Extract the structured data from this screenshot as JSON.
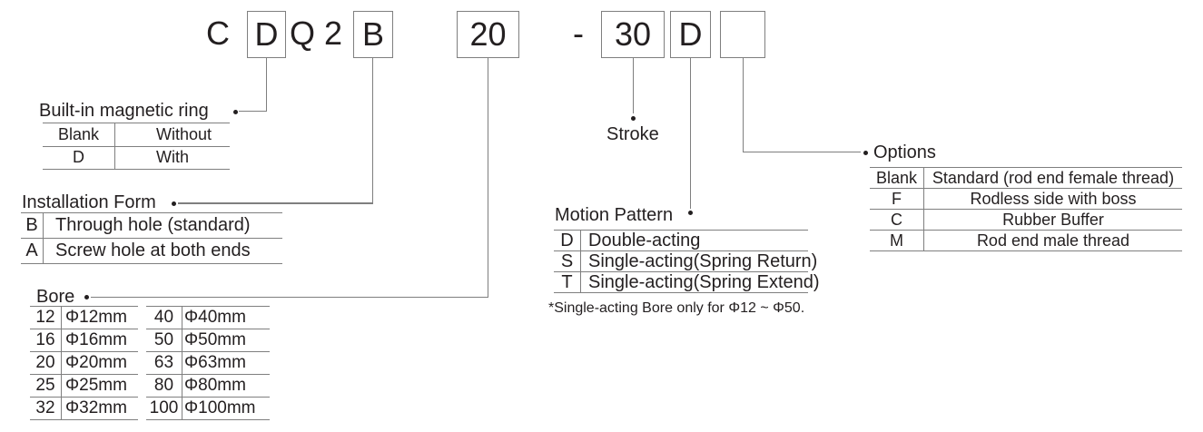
{
  "code": {
    "display": "CDQ2B 20 - 30 D",
    "segments": [
      {
        "text": "C",
        "boxed": false
      },
      {
        "text": "D",
        "boxed": true
      },
      {
        "text": "Q 2",
        "boxed": false
      },
      {
        "text": "B",
        "boxed": true
      },
      {
        "text": "20",
        "boxed": true
      },
      {
        "text": "-",
        "boxed": false
      },
      {
        "text": "30",
        "boxed": true
      },
      {
        "text": "D",
        "boxed": true
      },
      {
        "text": "",
        "boxed": true
      }
    ]
  },
  "sections": {
    "magnetic_ring": {
      "label": "Built-in magnetic ring",
      "rows": [
        [
          "Blank",
          "Without"
        ],
        [
          "D",
          "With"
        ]
      ]
    },
    "installation_form": {
      "label": "Installation Form",
      "rows": [
        [
          "B",
          "Through hole (standard)"
        ],
        [
          "A",
          "Screw hole at both ends"
        ]
      ]
    },
    "bore": {
      "label": "Bore",
      "left_rows": [
        [
          "12",
          "Φ12mm"
        ],
        [
          "16",
          "Φ16mm"
        ],
        [
          "20",
          "Φ20mm"
        ],
        [
          "25",
          "Φ25mm"
        ],
        [
          "32",
          "Φ32mm"
        ]
      ],
      "right_rows": [
        [
          "40",
          "Φ40mm"
        ],
        [
          "50",
          "Φ50mm"
        ],
        [
          "63",
          "Φ63mm"
        ],
        [
          "80",
          "Φ80mm"
        ],
        [
          "100",
          "Φ100mm"
        ]
      ]
    },
    "stroke": {
      "label": "Stroke"
    },
    "motion_pattern": {
      "label": "Motion Pattern",
      "rows": [
        [
          "D",
          "Double-acting"
        ],
        [
          "S",
          "Single-acting(Spring Return)"
        ],
        [
          "T",
          "Single-acting(Spring Extend)"
        ]
      ],
      "note": "*Single-acting Bore only for Φ12 ~ Φ50."
    },
    "options": {
      "label": "Options",
      "rows": [
        [
          "Blank",
          "Standard (rod end female thread)"
        ],
        [
          "F",
          "Rodless side with boss"
        ],
        [
          "C",
          "Rubber Buffer"
        ],
        [
          "M",
          "Rod end male thread"
        ]
      ]
    }
  },
  "colors": {
    "text": "#231f20",
    "line": "#7f7f7f",
    "background": "#ffffff"
  }
}
